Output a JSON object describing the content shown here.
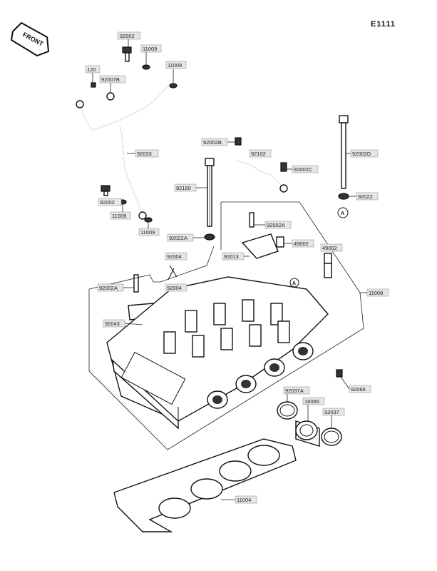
{
  "diagram_id": "E1111",
  "front_marker": "FRONT",
  "ref_marker": "A",
  "labels": {
    "p92002_top": "92002",
    "p11009_a": "11009",
    "p11009_b": "11009",
    "p120": "120",
    "p92007b": "92007B",
    "p92033": "92033",
    "p92002_mid": "92002",
    "p11009_c": "11009",
    "p11009_d": "11009",
    "p92002b": "92002B",
    "p92102": "92102",
    "p92002c": "92002C",
    "p92002d": "92002D",
    "p92022": "92022",
    "p92150": "92150",
    "p92022a": "92022A",
    "p92002a_r": "92002A",
    "p49002_a": "49002",
    "p49002_b": "49002",
    "p92004_a": "92004",
    "p92013": "92013",
    "p92004_b": "92004",
    "p92002a_l": "92002A",
    "p11008": "11008",
    "p92043": "92043",
    "p92066": "92066",
    "p92037a": "92037A",
    "p16065": "16065",
    "p92037": "92037",
    "p11004": "11004"
  }
}
